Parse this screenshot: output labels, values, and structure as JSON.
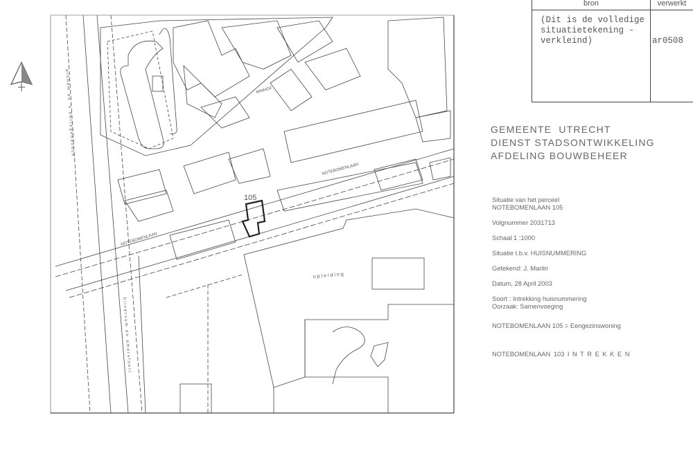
{
  "table": {
    "headers": [
      "bron",
      "verwerkt"
    ],
    "bron_lines": [
      "(Dit is de volledige",
      "situatietekening -",
      "verkleind)"
    ],
    "verwerkt": "ar0508"
  },
  "organization": [
    "GEMEENTE  UTRECHT",
    "DIENST STADSONTWIKKELING",
    "AFDELING BOUWBEHEER"
  ],
  "details": {
    "situatie_line1": "Situatie van het perceel",
    "situatie_line2": "NOTEBOMENLAAN 105",
    "volgnummer": "Volgnummer 2031713",
    "schaal": "Schaal 1 :1000",
    "doel": "Situatie t.b.v. HUISNUMMERING",
    "getekend": "Getekend: J. Marlin",
    "datum": "Datum, 28 April 2003",
    "soort": "Soort : Intrekking huisnummering",
    "oorzaak": "Oorzaak: Samenvoeging",
    "bestemming": "NOTEBOMENLAAN 105 = Eengezinswoning",
    "intrekken": "NOTEBOMENLAAN 103 I N T R E K K E N"
  },
  "map": {
    "street_name": "NOTEBOMENLAAN",
    "street_name_2": "NOTEBOMENLAAN",
    "square_name": "MINHOF",
    "parcel_number": "105",
    "building_label": "opleiding",
    "rail_label_1": "arnhem en 's hertogenbosch",
    "rail_label_2": "hilversum en amersfoort",
    "north_icon": "north-arrow-icon"
  }
}
